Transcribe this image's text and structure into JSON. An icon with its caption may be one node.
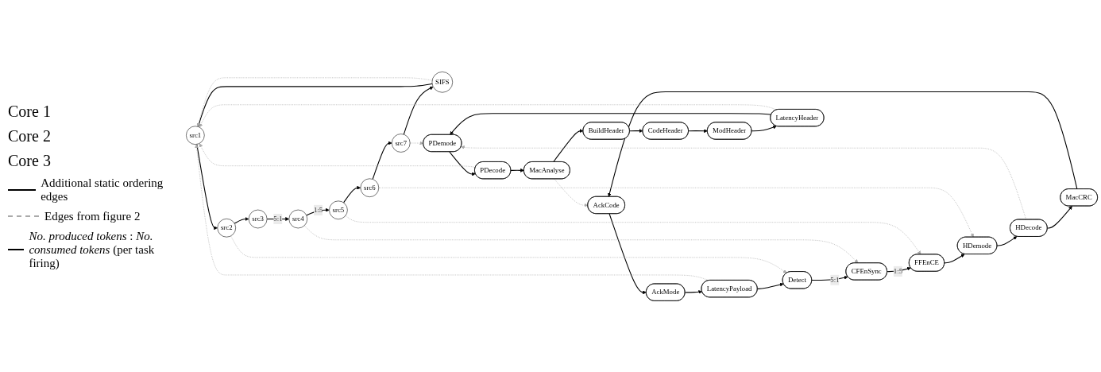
{
  "diagram": {
    "nodes": [
      {
        "text": [
          "src1"
        ]
      },
      {
        "text": [
          "src2"
        ]
      },
      {
        "text": [
          "src3"
        ]
      },
      {
        "text": [
          "src4"
        ]
      },
      {
        "text": [
          "src5"
        ]
      },
      {
        "text": [
          "src6"
        ]
      },
      {
        "text": [
          "src7"
        ]
      },
      {
        "text": [
          "SIFS"
        ]
      },
      {
        "text": [
          "Detect"
        ]
      },
      {
        "text": [
          "CFEnSync"
        ]
      },
      {
        "text": [
          "FFEnCE"
        ]
      },
      {
        "text": [
          "HDemode"
        ]
      },
      {
        "text": [
          "HDecode"
        ]
      },
      {
        "text": [
          "MacCRC"
        ]
      },
      {
        "text": [
          "AckCode"
        ]
      },
      {
        "text": [
          "AckMode"
        ]
      },
      {
        "text": [
          "LatencyPayload"
        ]
      },
      {
        "text": [
          "PDemode"
        ]
      },
      {
        "text": [
          "PDecode"
        ]
      },
      {
        "text": [
          "MacAnalyse"
        ]
      },
      {
        "text": [
          "BuildHeader"
        ]
      },
      {
        "text": [
          "CodeHeader"
        ]
      },
      {
        "text": [
          "ModHeader"
        ]
      },
      {
        "text": [
          "LatencyHeader"
        ]
      }
    ],
    "edges": [
      {
        "from": 0,
        "to": 1,
        "arrow": "to"
      },
      {
        "from": 1,
        "to": 2,
        "arrow": "to"
      },
      {
        "from": 2,
        "to": 3,
        "arrow": "to",
        "label": "5:1"
      },
      {
        "from": 3,
        "to": 4,
        "arrow": "to",
        "label": "1:5"
      },
      {
        "from": 4,
        "to": 5,
        "arrow": "to"
      },
      {
        "from": 5,
        "to": 6,
        "arrow": "to"
      },
      {
        "from": 6,
        "to": 7,
        "arrow": "to"
      },
      {
        "from": 7,
        "to": 0,
        "arrow": "to"
      },
      {
        "from": 8,
        "to": 9,
        "arrow": "to",
        "label": "5:1"
      },
      {
        "from": 9,
        "to": 10,
        "arrow": "to",
        "label": "1:5"
      },
      {
        "from": 10,
        "to": 11,
        "arrow": "to"
      },
      {
        "from": 11,
        "to": 12,
        "arrow": "to"
      },
      {
        "from": 12,
        "to": 13,
        "arrow": "to"
      },
      {
        "from": 13,
        "to": 14,
        "arrow": "to"
      },
      {
        "from": 14,
        "to": 15,
        "arrow": "to"
      },
      {
        "from": 15,
        "to": 16,
        "arrow": "to"
      },
      {
        "from": 16,
        "to": 8,
        "arrow": "to"
      },
      {
        "from": 17,
        "to": 18,
        "arrow": "to"
      },
      {
        "from": 18,
        "to": 19,
        "arrow": "to"
      },
      {
        "from": 19,
        "to": 20,
        "arrow": "to"
      },
      {
        "from": 20,
        "to": 21,
        "arrow": "to"
      },
      {
        "from": 21,
        "to": 22,
        "arrow": "to"
      },
      {
        "from": 22,
        "to": 23,
        "arrow": "to"
      },
      {
        "from": 23,
        "to": 17,
        "arrow": "to"
      },
      {
        "from": 23,
        "to": 0,
        "arrow": "to",
        "style": "dashed",
        "color": "#aaaaaa"
      },
      {
        "from": 16,
        "to": 0,
        "arrow": "to",
        "style": "dashed",
        "color": "#aaaaaa"
      },
      {
        "from": 7,
        "to": 0,
        "arrow": "to",
        "style": "dashed",
        "color": "#aaaaaa"
      },
      {
        "from": 1,
        "to": 8,
        "arrow": "to",
        "style": "dashed",
        "color": "#aaaaaa"
      },
      {
        "from": 3,
        "to": 9,
        "arrow": "to",
        "style": "dashed",
        "color": "#aaaaaa"
      },
      {
        "from": 4,
        "to": 10,
        "arrow": "to",
        "style": "dashed",
        "color": "#aaaaaa"
      },
      {
        "from": 5,
        "to": 11,
        "arrow": "to",
        "style": "dashed",
        "color": "#aaaaaa"
      },
      {
        "from": 6,
        "to": 17,
        "arrow": "to",
        "style": "dashed",
        "color": "#aaaaaa"
      },
      {
        "from": 18,
        "to": 0,
        "arrow": "to",
        "style": "dashed",
        "color": "#aaaaaa"
      },
      {
        "from": 12,
        "to": 17,
        "arrow": "to",
        "style": "dashed",
        "color": "#aaaaaa"
      },
      {
        "from": 19,
        "to": 14,
        "arrow": "to",
        "style": "dashed",
        "color": "#aaaaaa"
      }
    ],
    "labels": [
      "Core 1",
      "Core 2",
      "Core 3"
    ],
    "legend": [
      {
        "text": "Additional static ordering edges"
      },
      {
        "text": "Edges from figure 2"
      },
      {
        "text": "*No. produced tokens* : *No. consumed tokens* (per task firing)"
      }
    ]
  }
}
